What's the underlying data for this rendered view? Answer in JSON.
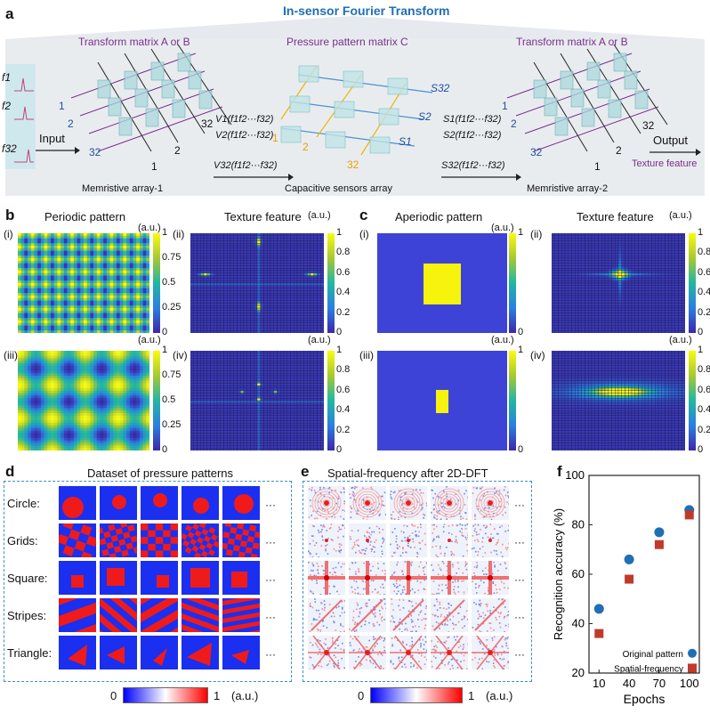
{
  "panel_a": {
    "letter": "a",
    "banner": "In-sensor Fourier Transform",
    "transform_label_left": "Transform matrix A or B",
    "transform_label_right": "Transform matrix A or B",
    "pressure_label": "Pressure pattern matrix C",
    "input_label": "Input",
    "output_label": "Output",
    "texture_feature_label": "Texture feature",
    "array1_label": "Memristive array-1",
    "array2_label": "Memristive array-2",
    "capacitive_label": "Capacitive sensors array",
    "freq_labels": [
      "f1",
      "f2",
      "f32"
    ],
    "v_labels": [
      "V1(f1f2···f32)",
      "V2(f1f2···f32)",
      "V32(f1f2···f32)"
    ],
    "s_labels": [
      "S1(f1f2···f32)",
      "S2(f1f2···f32)",
      "S32(f1f2···f32)"
    ],
    "sensor_s_labels": [
      "S32",
      "S2",
      "S1"
    ],
    "index_labels": [
      "1",
      "2",
      "32"
    ]
  },
  "panel_b": {
    "letter": "b",
    "title_left": "Periodic pattern",
    "title_right": "Texture feature",
    "sub": [
      "(i)",
      "(ii)",
      "(iii)",
      "(iv)"
    ],
    "unit": "(a.u.)",
    "cbar_left_ticks": [
      "1",
      "0.75",
      "0.5",
      "0.25",
      "0"
    ],
    "cbar_right_ticks": [
      "1",
      "0.8",
      "0.6",
      "0.4",
      "0.2",
      "0"
    ]
  },
  "panel_c": {
    "letter": "c",
    "title_left": "Aperiodic pattern",
    "title_right": "Texture feature",
    "sub": [
      "(i)",
      "(ii)",
      "(iii)",
      "(iv)"
    ],
    "unit": "(a.u.)",
    "cbar_left_ticks": [
      "1",
      "0"
    ],
    "cbar_right_ticks": [
      "1",
      "0.8",
      "0.6",
      "0.4",
      "0.2",
      "0"
    ]
  },
  "panel_d": {
    "letter": "d",
    "title": "Dataset of pressure patterns",
    "rows": [
      "Circle:",
      "Grids:",
      "Square:",
      "Stripes:",
      "Triangle:"
    ],
    "ellipsis": "···",
    "cbar_min": "0",
    "cbar_max": "1",
    "unit": "(a.u.)"
  },
  "panel_e": {
    "letter": "e",
    "title": "Spatial-frequency after 2D-DFT",
    "ellipsis": "···",
    "cbar_min": "0",
    "cbar_max": "1",
    "unit": "(a.u.)"
  },
  "panel_f": {
    "letter": "f",
    "colors": {
      "original": "#1f6fb5",
      "spatial": "#c0392b"
    },
    "chart_data": {
      "type": "scatter",
      "xlabel": "Epochs",
      "ylabel": "Recognition accuracy (%)",
      "xticks": [
        "10",
        "40",
        "70",
        "100"
      ],
      "yticks": [
        "20",
        "40",
        "60",
        "80",
        "100"
      ],
      "ylim": [
        20,
        100
      ],
      "legend_placement": "bottom-right",
      "series": [
        {
          "name": "Original pattern",
          "x": [
            10,
            40,
            70,
            100
          ],
          "y": [
            46,
            66,
            77,
            86
          ]
        },
        {
          "name": "Spatial-frequency",
          "x": [
            10,
            40,
            70,
            100
          ],
          "y": [
            36,
            58,
            72,
            84
          ]
        }
      ]
    }
  }
}
